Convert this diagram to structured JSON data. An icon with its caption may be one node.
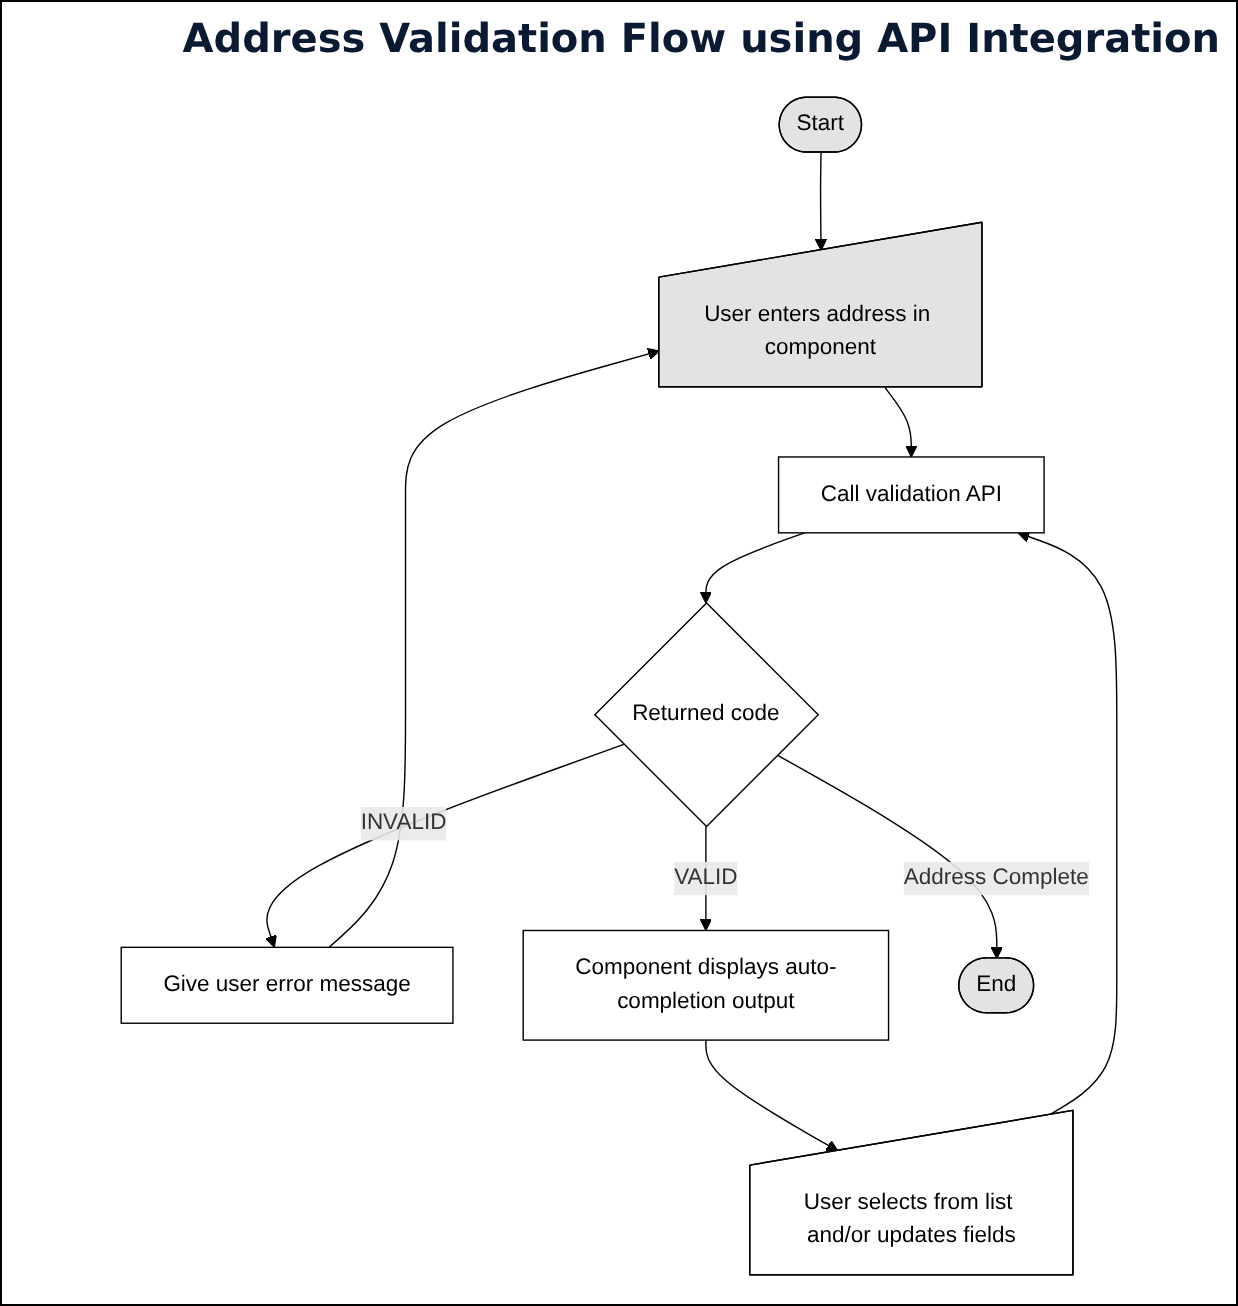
{
  "diagram": {
    "title": "Address Validation Flow using API Integration",
    "nodes": [
      {
        "text": [
          "Start"
        ]
      },
      {
        "text": [
          "User enters address in component"
        ]
      },
      {
        "text": [
          "Call validation API"
        ]
      },
      {
        "text": [
          "Returned code"
        ]
      },
      {
        "text": [
          "Give user error message"
        ]
      },
      {
        "text": [
          "Component displays auto-completion output"
        ]
      },
      {
        "text": [
          "User selects from list and/or updates fields"
        ]
      },
      {
        "text": [
          "End"
        ]
      }
    ],
    "edges": [
      {
        "from": 0,
        "to": 1,
        "arrow": "to"
      },
      {
        "from": 1,
        "to": 2,
        "arrow": "to"
      },
      {
        "from": 2,
        "to": 3,
        "arrow": "to"
      },
      {
        "from": 3,
        "to": 4,
        "label": "INVALID",
        "arrow": "to"
      },
      {
        "from": 3,
        "to": 5,
        "label": "VALID",
        "arrow": "to"
      },
      {
        "from": 5,
        "to": 6,
        "arrow": "to"
      },
      {
        "from": 6,
        "to": 2,
        "arrow": "to"
      },
      {
        "from": 4,
        "to": 1,
        "arrow": "to"
      },
      {
        "from": 3,
        "to": 7,
        "label": "Address Complete",
        "arrow": "to"
      }
    ]
  }
}
